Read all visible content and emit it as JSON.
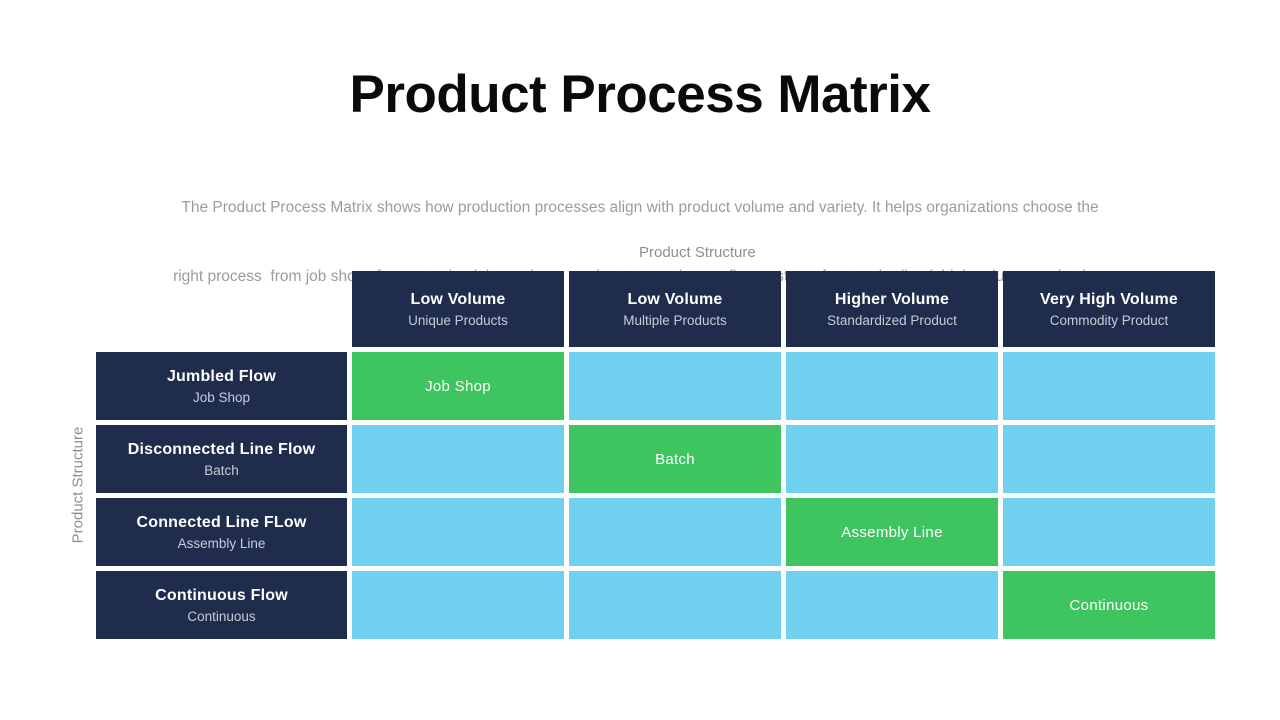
{
  "slide": {
    "title": "Product Process Matrix",
    "description_line1": "The Product Process Matrix shows how production processes align with product volume and variety. It helps organizations choose the",
    "description_line2": "right process  from job shops for customized, low-volume products to continuous flow systems for standardized, high-volume production.",
    "top_axis_label": "Product Structure",
    "left_axis_label": "Product Structure"
  },
  "matrix": {
    "columns": [
      {
        "title": "Low Volume",
        "subtitle": "Unique Products"
      },
      {
        "title": "Low Volume",
        "subtitle": "Multiple Products"
      },
      {
        "title": "Higher Volume",
        "subtitle": "Standardized Product"
      },
      {
        "title": "Very High Volume",
        "subtitle": "Commodity Product"
      }
    ],
    "rows": [
      {
        "title": "Jumbled Flow",
        "subtitle": "Job Shop",
        "highlight_col": 0,
        "highlight_label": "Job Shop"
      },
      {
        "title": "Disconnected Line Flow",
        "subtitle": "Batch",
        "highlight_col": 1,
        "highlight_label": "Batch"
      },
      {
        "title": "Connected Line FLow",
        "subtitle": "Assembly Line",
        "highlight_col": 2,
        "highlight_label": "Assembly Line"
      },
      {
        "title": "Continuous Flow",
        "subtitle": "Continuous",
        "highlight_col": 3,
        "highlight_label": "Continuous"
      }
    ],
    "colors": {
      "header_bg": "#1f2c4c",
      "cell_bg": "#6fd1ef",
      "highlight_bg": "#3ec560",
      "cell_text": "#ffffff"
    }
  }
}
